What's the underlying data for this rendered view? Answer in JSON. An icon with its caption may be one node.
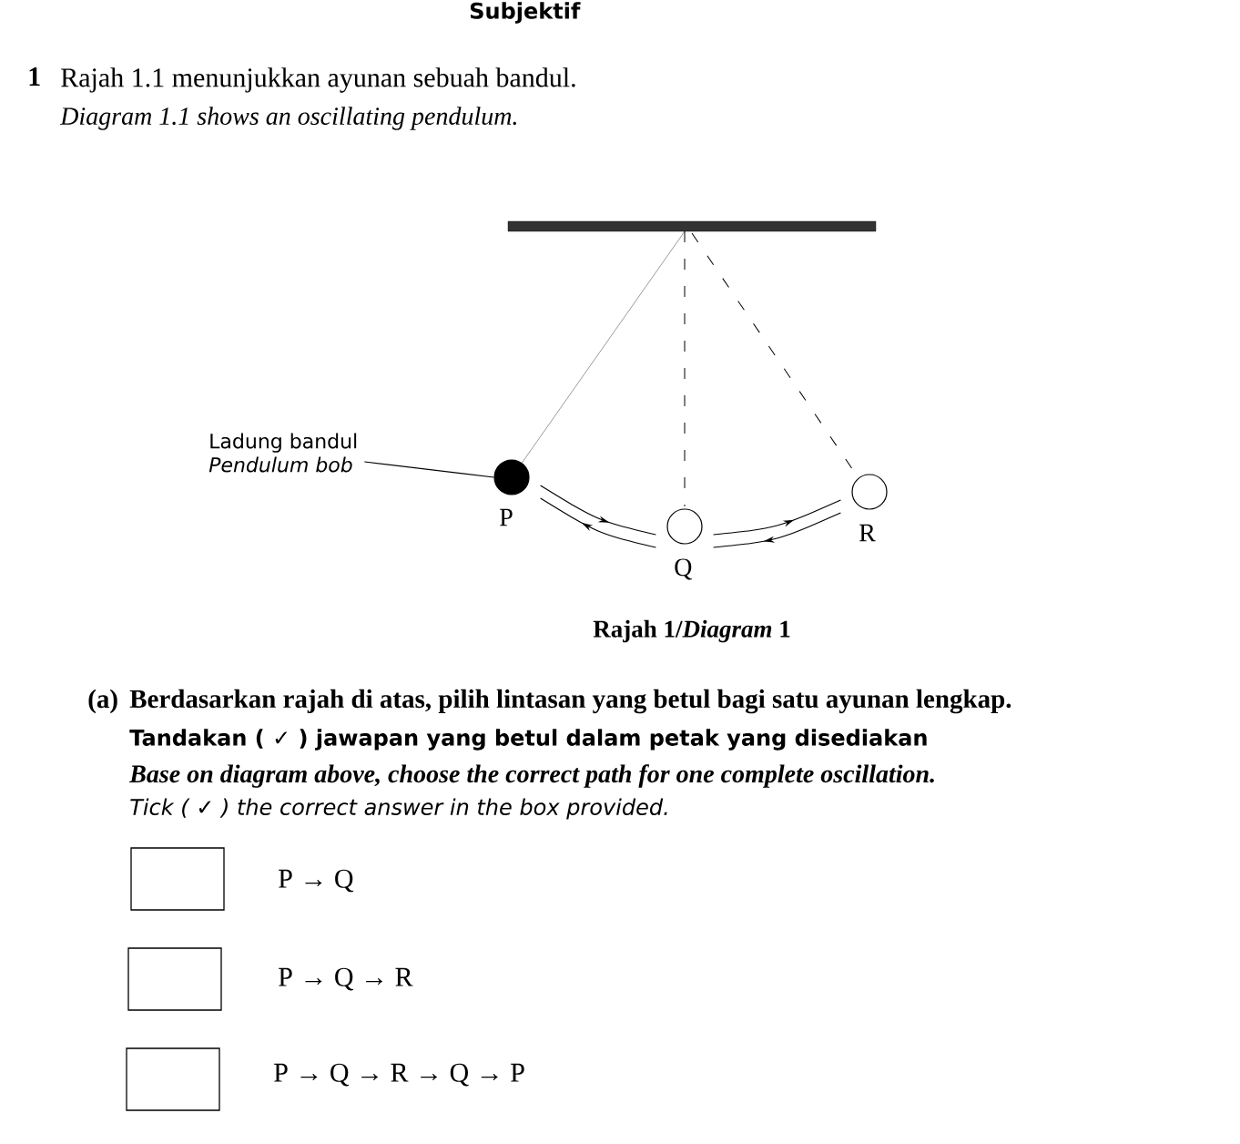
{
  "diagram": {
    "caption": "Rajah 1/*Diagram* 1",
    "nodes": [
      {
        "text": [
          "Ladung bandul",
          "Pendulum bob"
        ]
      },
      {
        "text": [],
        "shape": "circle",
        "beside": [
          "P"
        ]
      },
      {
        "text": [],
        "shape": "circle",
        "beside": [
          "Q"
        ]
      },
      {
        "text": [],
        "shape": "circle",
        "beside": [
          "R"
        ]
      },
      {
        "text": [],
        "shape": "box",
        "beside": [
          "P → Q"
        ]
      },
      {
        "text": [],
        "shape": "box",
        "beside": [
          "P → Q → R"
        ]
      },
      {
        "text": [],
        "shape": "box",
        "beside": [
          "P → Q → R → Q → P"
        ]
      }
    ],
    "edges": [
      {
        "from": 0,
        "to": 1,
        "arrow": "none"
      },
      {
        "from": 1,
        "to": 2,
        "arrow": "to"
      },
      {
        "from": 2,
        "to": 1,
        "arrow": "to"
      },
      {
        "from": 2,
        "to": 3,
        "arrow": "to"
      },
      {
        "from": 3,
        "to": 2,
        "arrow": "to"
      }
    ],
    "labels": [
      "Subjektif",
      "1",
      "Rajah 1.1 menunjukkan ayunan sebuah bandul.",
      "Diagram 1.1 shows an oscillating pendulum.",
      "(a)",
      "Berdasarkan rajah di atas, pilih lintasan yang betul bagi satu ayunan lengkap.",
      "Tandakan ( ✓ ) jawapan yang betul dalam petak yang disediakan",
      "Base on diagram above, choose the correct path for one complete oscillation.",
      "Tick ( ✓ ) the correct answer in the box provided."
    ]
  }
}
